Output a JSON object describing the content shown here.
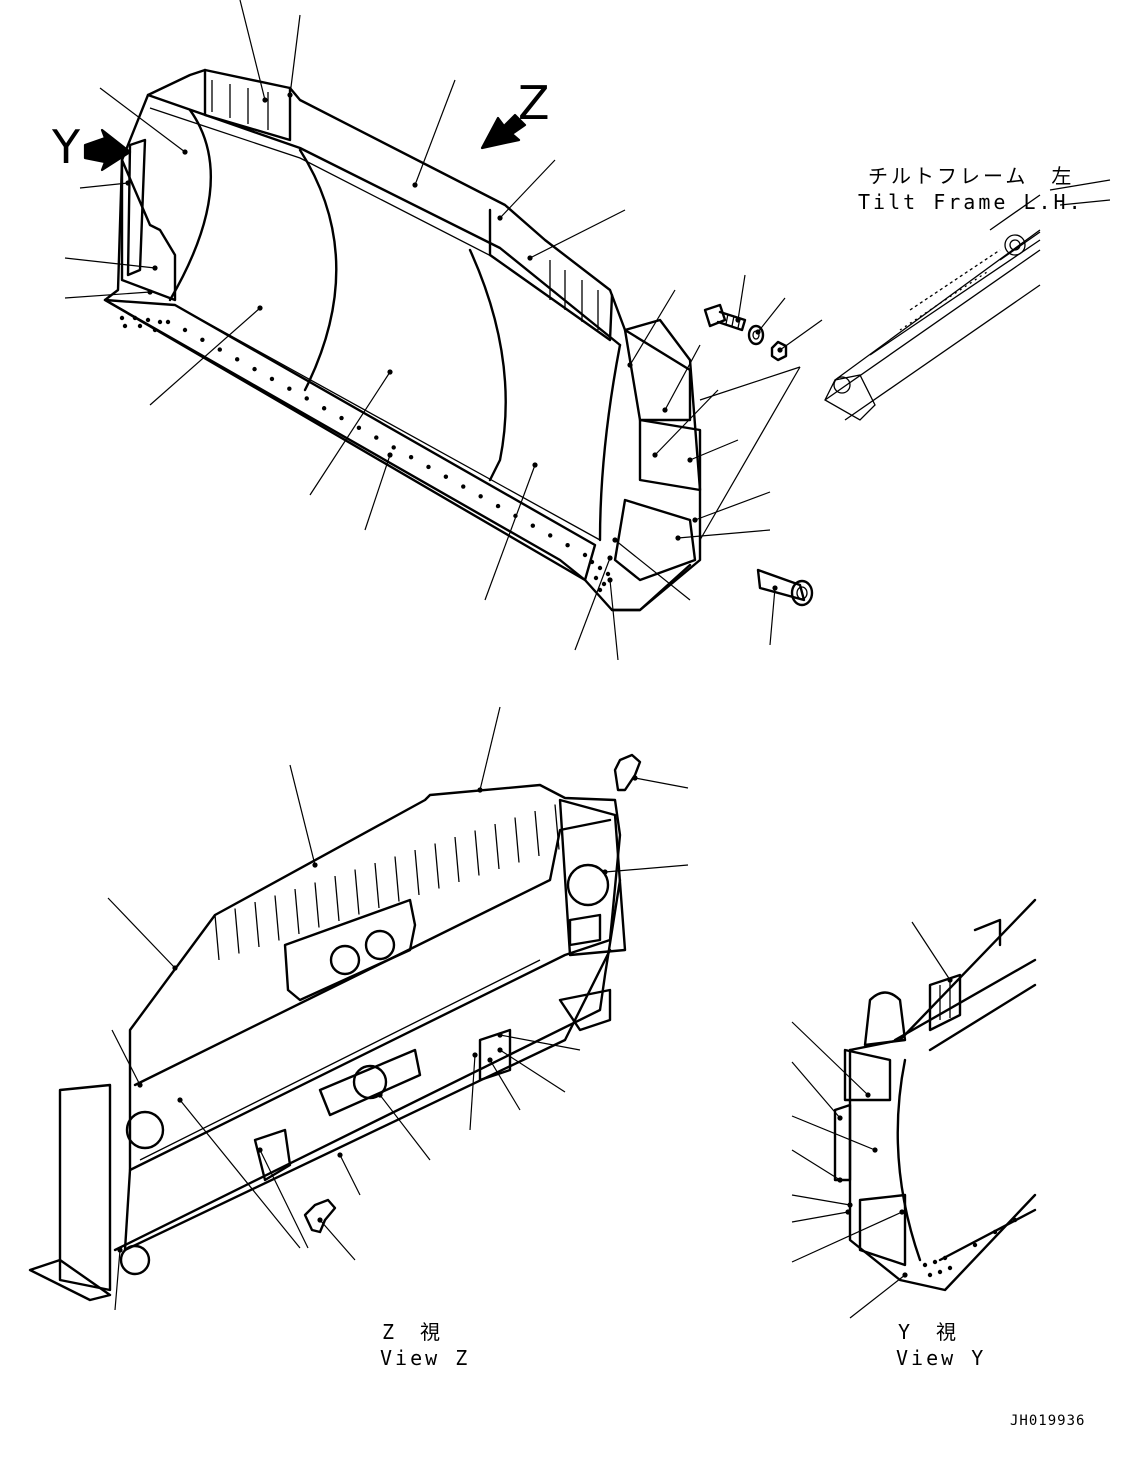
{
  "drawing": {
    "view_y_arrow_letter": "Y",
    "view_z_arrow_letter": "Z",
    "tilt_frame_label_ja": "チルトフレーム　左",
    "tilt_frame_label_en": "Tilt Frame L.H.",
    "view_z_caption_ja": "Z　視",
    "view_z_caption_en": "View Z",
    "view_y_caption_ja": "Y　視",
    "view_y_caption_en": "View Y",
    "drawing_code": "JH019936"
  }
}
